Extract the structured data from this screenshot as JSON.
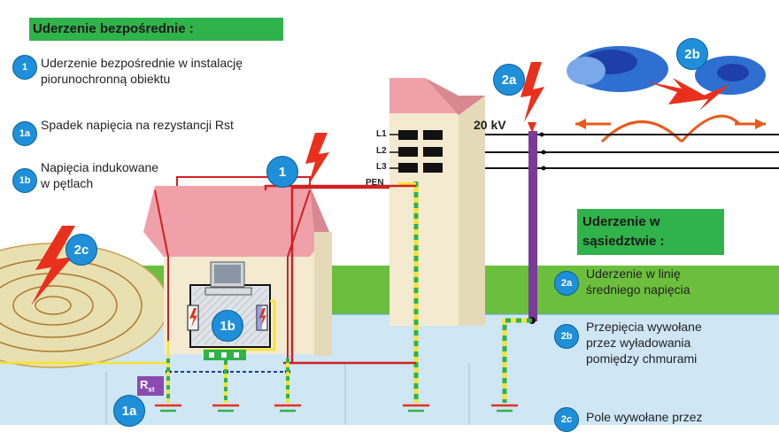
{
  "header_direct": "Uderzenie bezpośrednie :",
  "header_nearby_line1": "Uderzenie w",
  "header_nearby_line2": "sąsiedztwie :",
  "legend": {
    "item1": {
      "badge": "1",
      "line1": "Uderzenie bezpośrednie w instalację",
      "line2": "piorunochronną obiektu"
    },
    "item1a": {
      "badge": "1a",
      "line1": "Spadek napięcia na rezystancji Rst"
    },
    "item1b": {
      "badge": "1b",
      "line1": "Napięcia indukowane",
      "line2": "w pętlach"
    },
    "item2a": {
      "badge": "2a",
      "line1": "Uderzenie w linię",
      "line2": "średniego napięcia"
    },
    "item2b": {
      "badge": "2b",
      "line1": "Przepięcia wywołane",
      "line2": "przez wyładowania",
      "line3": "pomiędzy chmurami"
    },
    "item2c": {
      "badge": "2c",
      "line1": "Pole wywołane przez"
    }
  },
  "diagram": {
    "voltage": "20 kV",
    "wire_L1": "L1",
    "wire_L2": "L2",
    "wire_L3": "L3",
    "wire_PEN": "PEN",
    "rst_main": "R",
    "rst_sub": "st",
    "badge_1": "1",
    "badge_1a": "1a",
    "badge_1b": "1b",
    "badge_2a": "2a",
    "badge_2b": "2b",
    "badge_2c": "2c"
  },
  "colors": {
    "header_green": "#2fb34a",
    "badge_blue": "#1e8fd8",
    "bolt_red": "#e8301c",
    "ground_green": "#6cbf3c",
    "soil_blue": "#cfe6f5",
    "roof_pink": "#f0a0a8",
    "pole_purple": "#7a3a9a"
  }
}
